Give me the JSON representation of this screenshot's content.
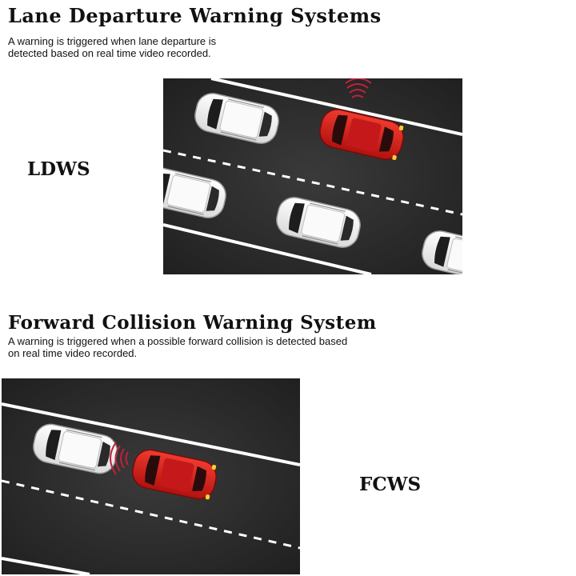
{
  "section_ldws": {
    "title": "Lane Departure Warning Systems",
    "description_line1": "A warning is triggered when lane departure is",
    "description_line2": "detected based on real time video recorded.",
    "label": "LDWS"
  },
  "section_fcws": {
    "title": "Forward Collision Warning System",
    "description_line1": "A warning is triggered when a possible forward collision is detected based",
    "description_line2": "on real time video recorded.",
    "label": "FCWS"
  },
  "colors": {
    "road": "#2b2b2b",
    "lane_line": "#ffffff",
    "car_white": "#f4f4f4",
    "car_red": "#d21c1c",
    "warning_signal": "#c0213a"
  }
}
